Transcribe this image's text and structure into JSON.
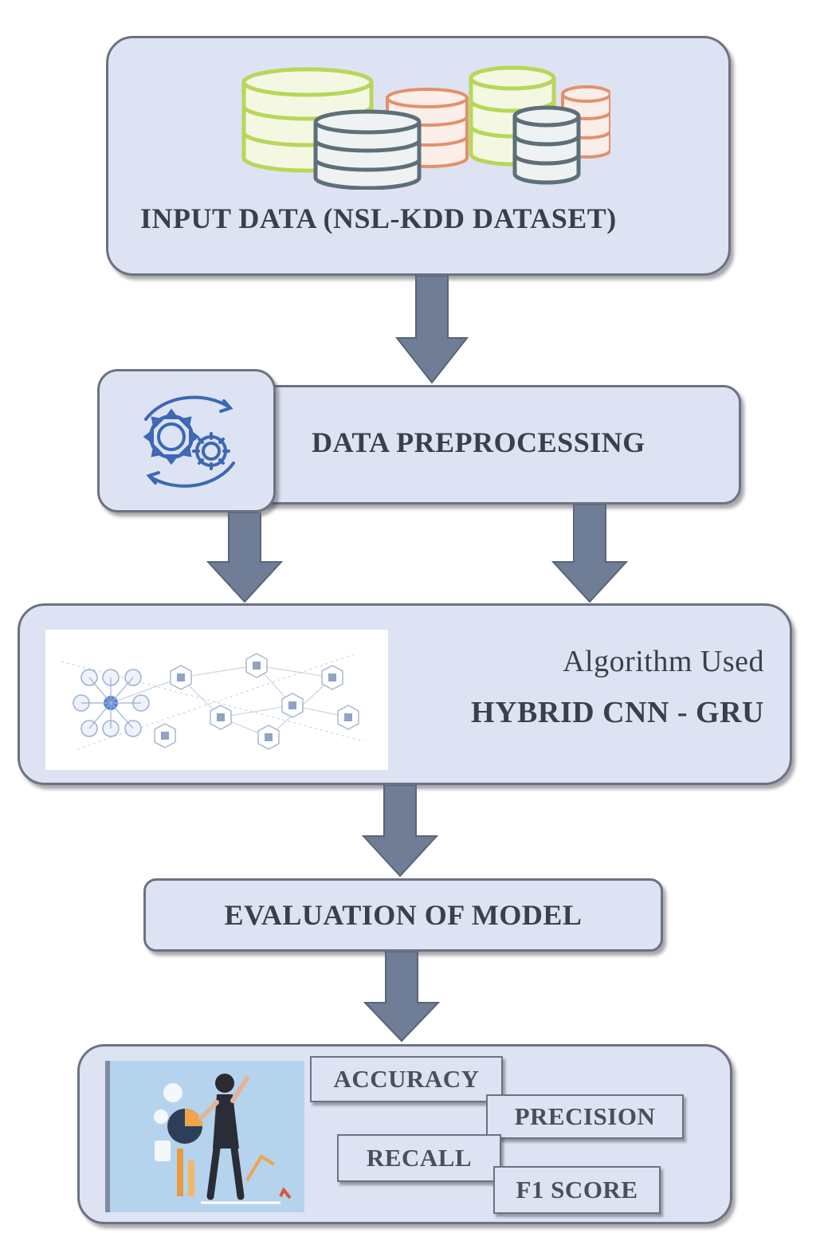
{
  "steps": {
    "input": {
      "label": "INPUT DATA (NSL-KDD DATASET)"
    },
    "preprocessing": {
      "label": "DATA PREPROCESSING"
    },
    "algorithm": {
      "line1": "Algorithm Used",
      "line2": "HYBRID CNN - GRU"
    },
    "evaluation": {
      "label": "EVALUATION OF MODEL"
    },
    "metrics": {
      "accuracy": "ACCURACY",
      "precision": "PRECISION",
      "recall": "RECALL",
      "f1": "F1 SCORE"
    }
  },
  "colors": {
    "box_fill": "#dde3f3",
    "box_border": "#6b7382",
    "arrow": "#6f7d96",
    "db_green": "#b8d65a",
    "db_orange": "#e3916a",
    "db_slate": "#5d6f78",
    "gear_blue": "#3c68b4"
  },
  "icons": [
    "database-stack-icon",
    "gears-cycle-icon",
    "network-illustration",
    "analytics-person-illustration"
  ]
}
